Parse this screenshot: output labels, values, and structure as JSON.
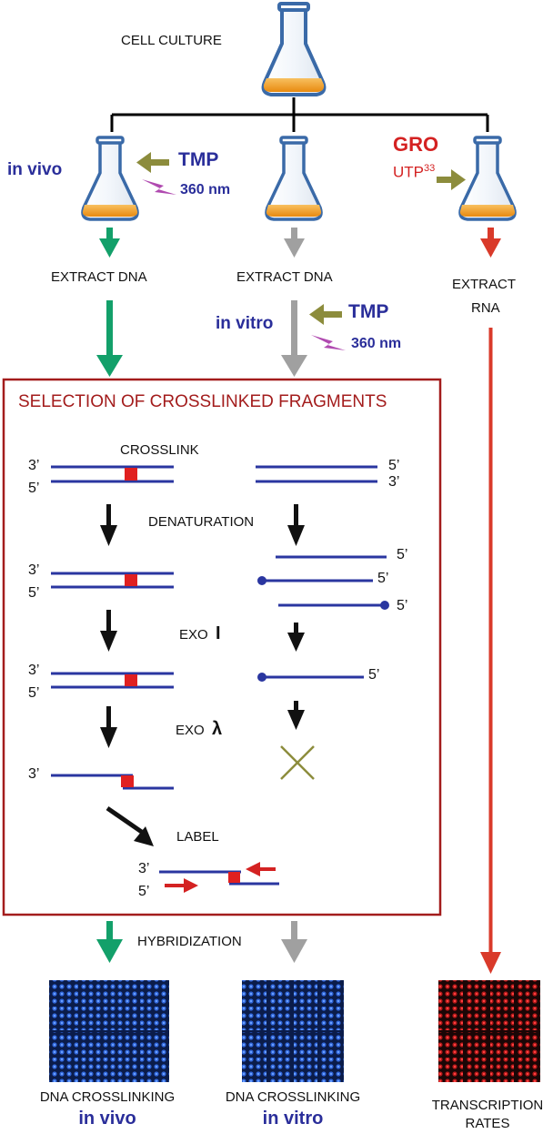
{
  "top": {
    "cell_culture": "CELL CULTURE"
  },
  "left": {
    "in_vivo": "in vivo",
    "tmp": "TMP",
    "uv": "360 nm",
    "extract": "EXTRACT DNA"
  },
  "middle": {
    "extract": "EXTRACT DNA",
    "in_vitro": "in vitro",
    "tmp": "TMP",
    "uv": "360 nm"
  },
  "right": {
    "gro": "GRO",
    "utp": "UTP",
    "utp_sup": "33",
    "extract_line1": "EXTRACT",
    "extract_line2": "RNA"
  },
  "box": {
    "title": "SELECTION OF CROSSLINKED FRAGMENTS",
    "crosslink": "CROSSLINK",
    "denaturation": "DENATURATION",
    "exo1_prefix": "EXO",
    "exo1_symbol": "I",
    "exo_lambda_prefix": "EXO",
    "exo_lambda_symbol": "λ",
    "label": "LABEL",
    "three_prime": "3’",
    "five_prime": "5’"
  },
  "bottom": {
    "hybridization": "HYBRIDIZATION",
    "left_line1": "DNA CROSSLINKING",
    "left_line2": "in vivo",
    "mid_line1": "DNA CROSSLINKING",
    "mid_line2": "in vitro",
    "right_line1": "TRANSCRIPTION",
    "right_line2": "RATES"
  },
  "colors": {
    "strand": "#2a36a0",
    "crosslink": "#e02020",
    "box_border": "#a31c1c",
    "green_arrow": "#13a06a",
    "gray_arrow": "#a0a0a0",
    "red_arrow": "#d93a2a",
    "olive_arrow": "#8c8c3c",
    "uv_bolt": "#b04ab0",
    "medium": "#f0a030",
    "flask_outline": "#3a6aa8"
  }
}
